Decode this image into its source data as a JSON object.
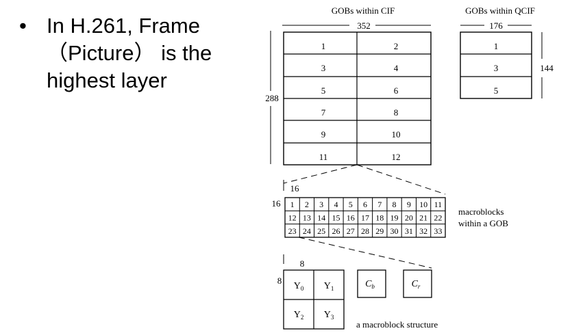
{
  "bullet": {
    "symbol": "•",
    "lines": [
      "In H.261, Frame",
      "（Picture） is the",
      "highest layer"
    ]
  },
  "cif": {
    "title": "GOBs within CIF",
    "width": "352",
    "height": "288",
    "gobs": [
      "1",
      "2",
      "3",
      "4",
      "5",
      "6",
      "7",
      "8",
      "9",
      "10",
      "11",
      "12"
    ]
  },
  "qcif": {
    "title": "GOBs within QCIF",
    "width": "176",
    "height": "144",
    "gobs": [
      "1",
      "3",
      "5"
    ]
  },
  "gob": {
    "width": "16",
    "height": "16",
    "macroblocks": [
      "1",
      "2",
      "3",
      "4",
      "5",
      "6",
      "7",
      "8",
      "9",
      "10",
      "11",
      "12",
      "13",
      "14",
      "15",
      "16",
      "17",
      "18",
      "19",
      "20",
      "21",
      "22",
      "23",
      "24",
      "25",
      "26",
      "27",
      "28",
      "29",
      "30",
      "31",
      "32",
      "33"
    ],
    "label_line1": "macroblocks",
    "label_line2": "within a GOB"
  },
  "macroblock": {
    "width": "8",
    "height": "8",
    "luma_blocks": [
      {
        "base": "Y",
        "sub": "0"
      },
      {
        "base": "Y",
        "sub": "1"
      },
      {
        "base": "Y",
        "sub": "2"
      },
      {
        "base": "Y",
        "sub": "3"
      }
    ],
    "cb": {
      "base": "C",
      "sub": "b"
    },
    "cr": {
      "base": "C",
      "sub": "r"
    },
    "caption": "a macroblock structure"
  }
}
